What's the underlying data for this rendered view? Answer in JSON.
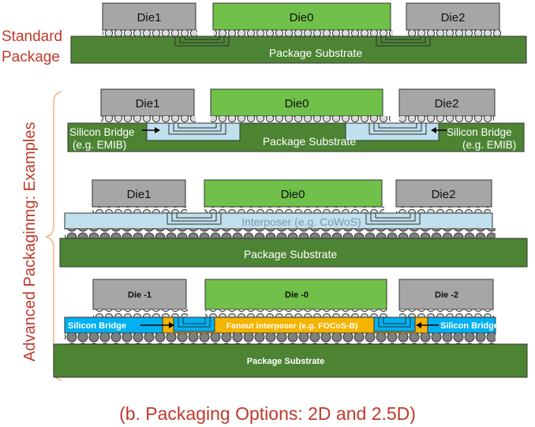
{
  "labels": {
    "standard_line1": "Standard",
    "standard_line2": "Package",
    "advanced": "Advanced Packaginmg: Examples",
    "caption": "(b. Packaging Options: 2D and 2.5D)"
  },
  "rows": {
    "standard": {
      "die_left": "Die1",
      "die_center": "Die0",
      "die_right": "Die2",
      "substrate": "Package Substrate"
    },
    "emib": {
      "die_left": "Die1",
      "die_center": "Die0",
      "die_right": "Die2",
      "substrate": "Package Substrate",
      "bridge_left_1": "Silicon Bridge",
      "bridge_left_2": "(e.g. EMIB)",
      "bridge_right_1": "Silicon Bridge",
      "bridge_right_2": "(e.g. EMIB)"
    },
    "cowos": {
      "die_left": "Die1",
      "die_center": "Die0",
      "die_right": "Die2",
      "interposer": "Interposer (e.g. CoWoS)",
      "substrate": "Package Substrate"
    },
    "focos": {
      "die_left": "Die -1",
      "die_center": "Die -0",
      "die_right": "Die -2",
      "bridge_left": "Silicon Bridge",
      "interposer": "Fanout interposer (e.g. FOCoS-B)",
      "bridge_right": "Silicon Bridge",
      "substrate": "Package Substrate"
    }
  },
  "colors": {
    "die_gray": "#a6a6a6",
    "die_green": "#70c04a",
    "substrate": "#4d8433",
    "silicon_light": "#bfe0ec",
    "silicon_blue": "#00b0f0",
    "fanout_orange": "#f5b400",
    "bump": "#d9d9d9",
    "bump_big": "#7f7f7f",
    "label_red": "#c0392b"
  }
}
